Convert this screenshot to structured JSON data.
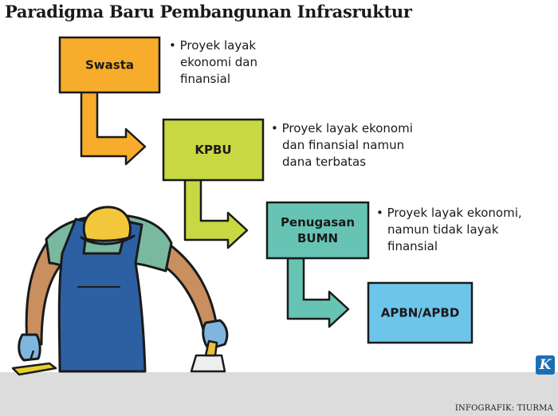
{
  "title": "Paradigma Baru Pembangunan Infrasruktur",
  "boxes": [
    {
      "label_lines": [
        "Swasta"
      ],
      "color": "#f7ad2b"
    },
    {
      "label_lines": [
        "KPBU"
      ],
      "color": "#c8d842"
    },
    {
      "label_lines": [
        "Penugasan",
        "BUMN"
      ],
      "color": "#67c4b4"
    },
    {
      "label_lines": [
        "APBN/APBD"
      ],
      "color": "#6ec5ea"
    }
  ],
  "notes": [
    [
      "• Proyek layak",
      "ekonomi dan",
      "finansial"
    ],
    [
      "• Proyek layak ekonomi",
      "dan finansial namun",
      "dana terbatas"
    ],
    [
      "• Proyek layak ekonomi,",
      "namun tidak layak",
      "finansial"
    ]
  ],
  "credit": "INFOGRAFIK: TIURMA",
  "logo_letter": "K",
  "colors": {
    "outline": "#1a1a1a",
    "skin": "#c98f5f",
    "shirt": "#79b9a0",
    "overall": "#2d5fa3",
    "helmet": "#f3c73c",
    "gloves": "#7fb6e0",
    "floor": "#d9d9d9"
  },
  "icons": [
    "worker-illustration",
    "trowel-icon",
    "scraper-icon"
  ]
}
